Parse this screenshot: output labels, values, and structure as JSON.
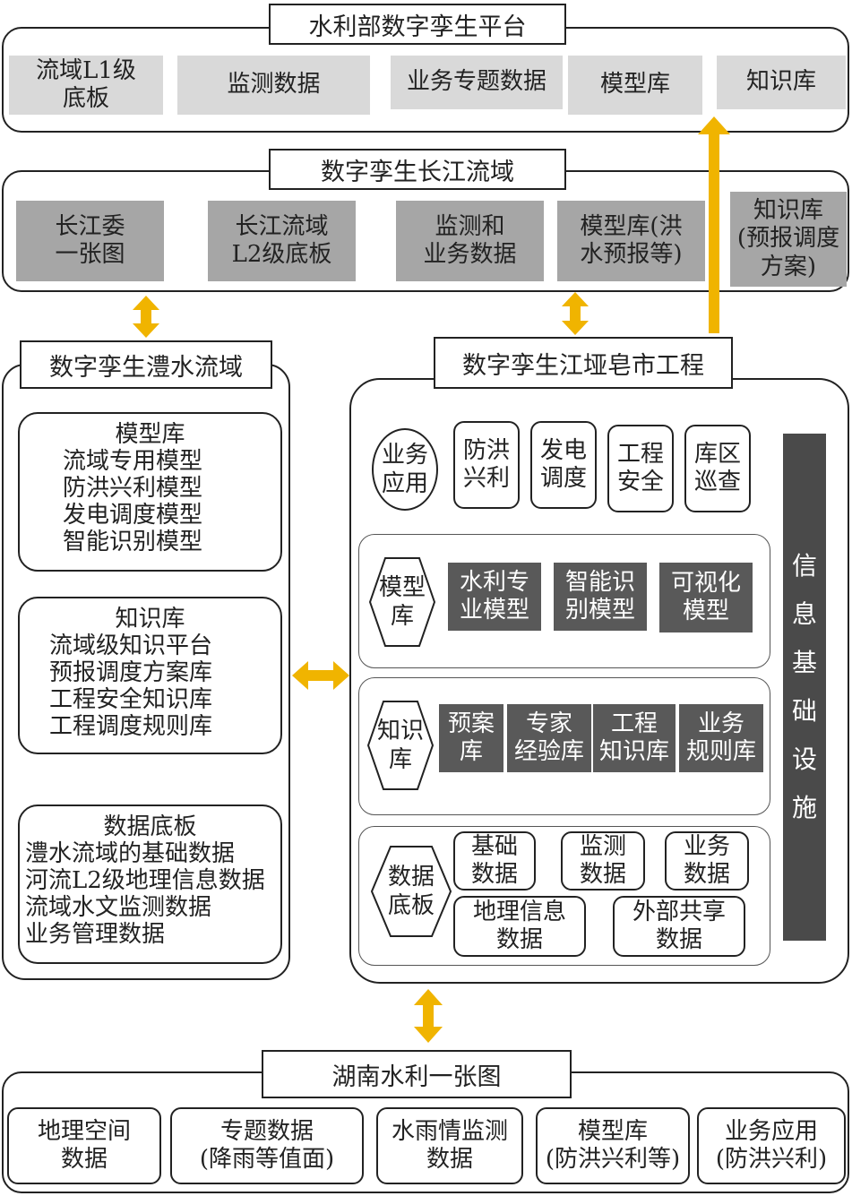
{
  "ministry": {
    "title": "水利部数字孪生平台",
    "items": [
      "流域L1级\n底板",
      "监测数据",
      "业务专题数据",
      "模型库",
      "知识库"
    ]
  },
  "changjiang": {
    "title": "数字孪生长江流域",
    "items": [
      "长江委\n一张图",
      "长江流域\nL2级底板",
      "监测和\n业务数据",
      "模型库(洪\n水预报等)",
      "知识库\n(预报调度\n方案)"
    ]
  },
  "lishui": {
    "title": "数字孪生澧水流域",
    "model_lib": {
      "heading": "模型库",
      "lines": [
        "流域专用模型",
        "防洪兴利模型",
        "发电调度模型",
        "智能识别模型"
      ]
    },
    "knowledge_lib": {
      "heading": "知识库",
      "lines": [
        "流域级知识平台",
        "预报调度方案库",
        "工程安全知识库",
        "工程调度规则库"
      ]
    },
    "data_base": {
      "heading": "数据底板",
      "lines": [
        "澧水流域的基础数据",
        "河流L2级地理信息数据",
        "流域水文监测数据",
        "业务管理数据"
      ]
    }
  },
  "jiangya": {
    "title": "数字孪生江垭皂市工程",
    "business_label": "业务\n应用",
    "business_items": [
      "防洪\n兴利",
      "发电\n调度",
      "工程\n安全",
      "库区\n巡查"
    ],
    "model_label": "模型\n库",
    "model_items": [
      "水利专\n业模型",
      "智能识\n别模型",
      "可视化\n模型"
    ],
    "knowledge_label": "知识\n库",
    "knowledge_items": [
      "预案\n库",
      "专家\n经验库",
      "工程\n知识库",
      "业务\n规则库"
    ],
    "data_label": "数据\n底板",
    "data_items": [
      "基础\n数据",
      "监测\n数据",
      "业务\n数据",
      "地理信息\n数据",
      "外部共享\n数据"
    ],
    "infra_chars": [
      "信",
      "息",
      "基",
      "础",
      "设",
      "施"
    ]
  },
  "hunan": {
    "title": "湖南水利一张图",
    "items": [
      "地理空间\n数据",
      "专题数据\n(降雨等值面)",
      "水雨情监测\n数据",
      "模型库\n(防洪兴利等)",
      "业务应用\n(防洪兴利)"
    ]
  },
  "colors": {
    "arrow": "#f0b400",
    "light_gray": "#d9d9d9",
    "mid_gray": "#a6a6a6",
    "dark_gray": "#595959",
    "infra_bar": "#4a4a4a"
  }
}
